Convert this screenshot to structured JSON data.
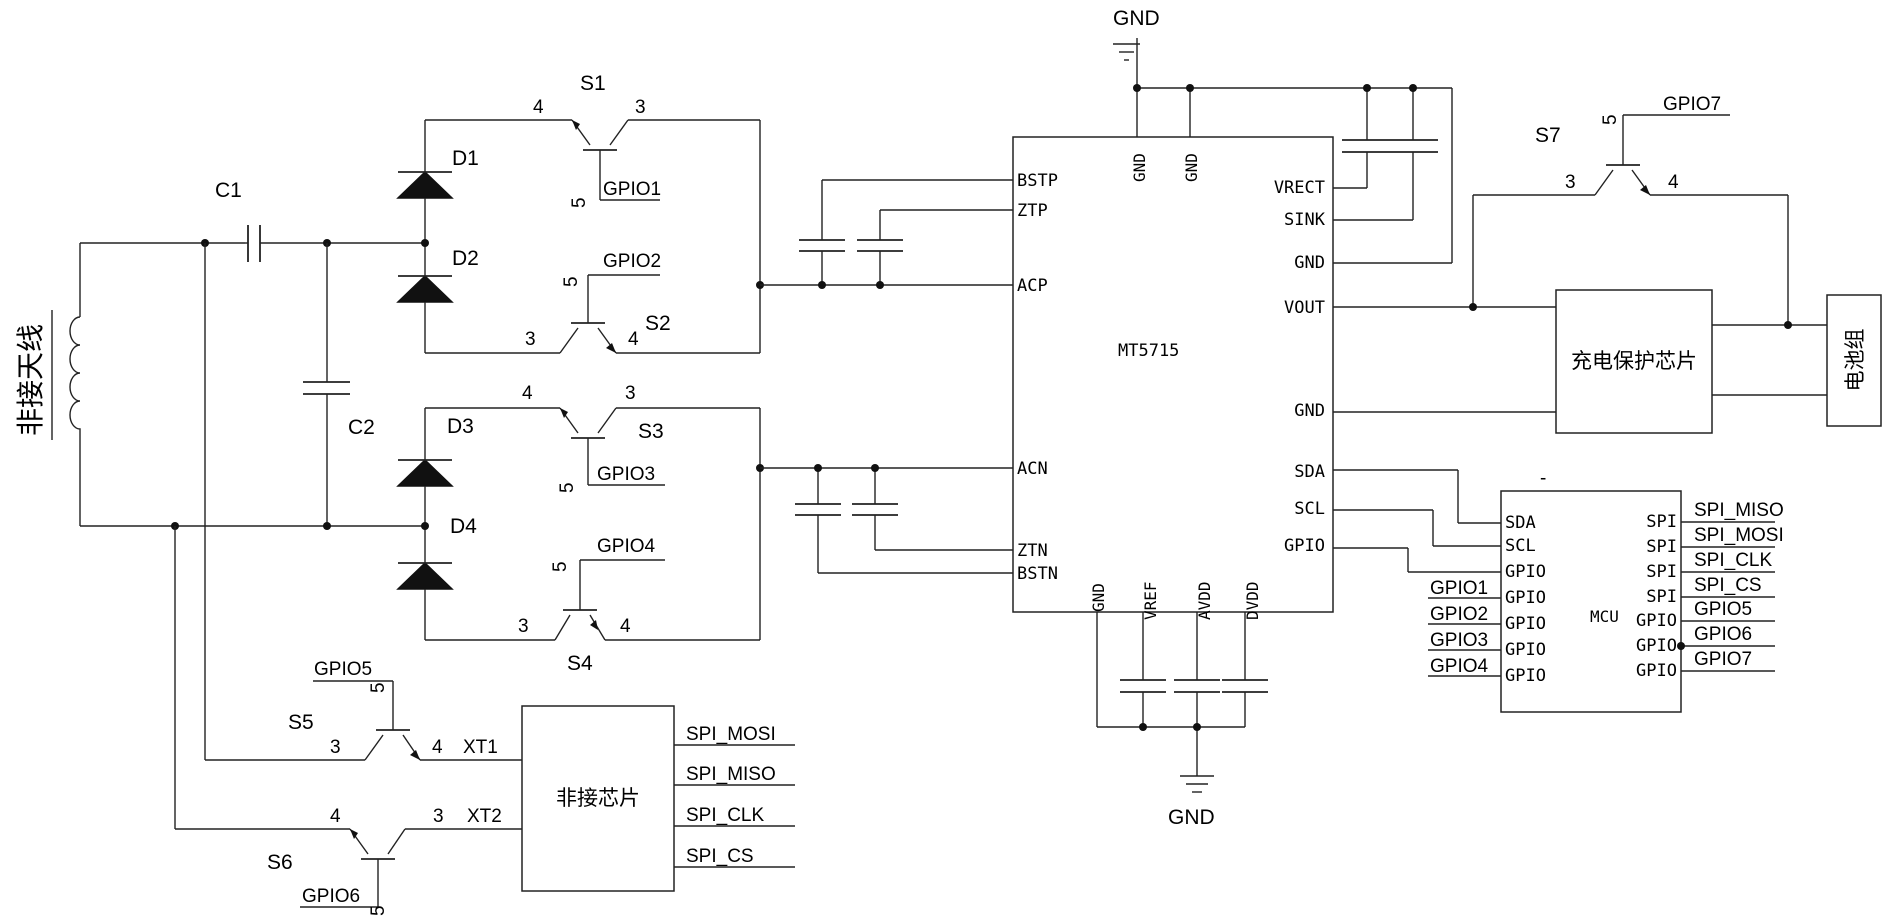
{
  "antenna": {
    "label": "非接天线"
  },
  "capacitors": {
    "c1": "C1",
    "c2": "C2"
  },
  "diodes": {
    "d1": "D1",
    "d2": "D2",
    "d3": "D3",
    "d4": "D4"
  },
  "switches": {
    "s1": {
      "name": "S1",
      "pin_a": "4",
      "pin_b": "3",
      "pin_g": "5",
      "gate": "GPIO1"
    },
    "s2": {
      "name": "S2",
      "pin_a": "3",
      "pin_b": "4",
      "pin_g": "5",
      "gate": "GPIO2"
    },
    "s3": {
      "name": "S3",
      "pin_a": "4",
      "pin_b": "3",
      "pin_g": "5",
      "gate": "GPIO3"
    },
    "s4": {
      "name": "S4",
      "pin_a": "3",
      "pin_b": "4",
      "pin_g": "5",
      "gate": "GPIO4"
    },
    "s5": {
      "name": "S5",
      "pin_a": "3",
      "pin_b": "4",
      "pin_g": "5",
      "gate": "GPIO5"
    },
    "s6": {
      "name": "S6",
      "pin_a": "4",
      "pin_b": "3",
      "pin_g": "5",
      "gate": "GPIO6"
    },
    "s7": {
      "name": "S7",
      "pin_a": "3",
      "pin_b": "4",
      "pin_g": "5",
      "gate": "GPIO7"
    }
  },
  "mt5715": {
    "name": "MT5715",
    "left_pins": [
      "BSTP",
      "ZTP",
      "ACP",
      "ACN",
      "ZTN",
      "BSTN"
    ],
    "top_pins": [
      "GND",
      "GND"
    ],
    "right_pins": [
      "VRECT",
      "SINK",
      "GND",
      "VOUT",
      "GND",
      "SDA",
      "SCL",
      "GPIO"
    ],
    "bottom_pins": [
      "GND",
      "VREF",
      "AVDD",
      "DVDD"
    ]
  },
  "ground": {
    "top": "GND",
    "bottom": "GND"
  },
  "charge_chip": {
    "label": "充电保护芯片"
  },
  "battery": {
    "label": "电池组"
  },
  "nfc_chip": {
    "label": "非接芯片",
    "xt1": "XT1",
    "xt2": "XT2",
    "spi": [
      "SPI_MOSI",
      "SPI_MISO",
      "SPI_CLK",
      "SPI_CS"
    ]
  },
  "mcu": {
    "name": "MCU",
    "mark": "-",
    "left_pins": [
      "SDA",
      "SCL",
      "GPIO",
      "GPIO",
      "GPIO",
      "GPIO",
      "GPIO"
    ],
    "left_nets": [
      "GPIO1",
      "GPIO2",
      "GPIO3",
      "GPIO4"
    ],
    "right_pins": [
      "SPI",
      "SPI",
      "SPI",
      "SPI",
      "GPIO",
      "GPIO",
      "GPIO"
    ],
    "right_nets": [
      "SPI_MISO",
      "SPI_MOSI",
      "SPI_CLK",
      "SPI_CS",
      "GPIO5",
      "GPIO6",
      "GPIO7"
    ]
  }
}
